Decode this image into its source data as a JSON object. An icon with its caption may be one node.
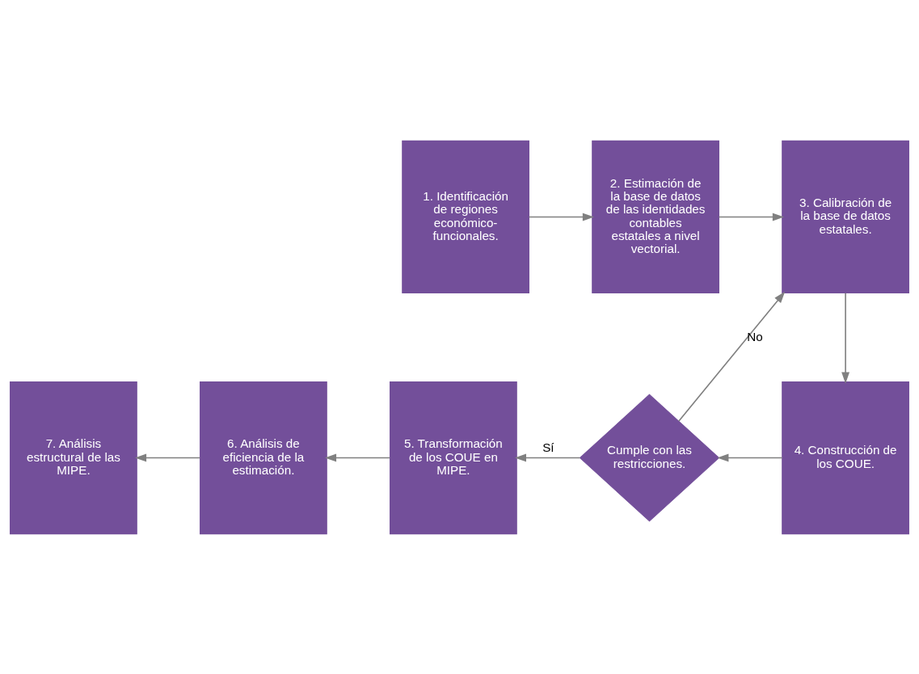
{
  "diagram": {
    "nodes": [
      {
        "text": [
          "1. Identificación de regiones económico-funcionales."
        ]
      },
      {
        "text": [
          "2. Estimación de la base de datos de las identidades contables estatales a nivel vectorial."
        ]
      },
      {
        "text": [
          "3. Calibración de la base de datos estatales."
        ]
      },
      {
        "text": [
          "4. Construcción de los COUE."
        ]
      },
      {
        "text": [
          "Cumple con las restricciones."
        ]
      },
      {
        "text": [
          "5. Transformación de los COUE en MIPE."
        ]
      },
      {
        "text": [
          "6. Análisis de eficiencia de la estimación."
        ]
      },
      {
        "text": [
          "7. Análisis estructural de las MIPE."
        ]
      }
    ],
    "edges": [
      {
        "from": 0,
        "to": 1,
        "arrow": "to"
      },
      {
        "from": 1,
        "to": 2,
        "arrow": "to"
      },
      {
        "from": 2,
        "to": 3,
        "arrow": "to"
      },
      {
        "from": 3,
        "to": 4,
        "arrow": "to"
      },
      {
        "from": 4,
        "to": 5,
        "label": "Sí",
        "arrow": "to"
      },
      {
        "from": 4,
        "to": 2,
        "label": "No",
        "arrow": "to"
      },
      {
        "from": 5,
        "to": 6,
        "arrow": "to"
      },
      {
        "from": 6,
        "to": 7,
        "arrow": "to"
      }
    ]
  }
}
